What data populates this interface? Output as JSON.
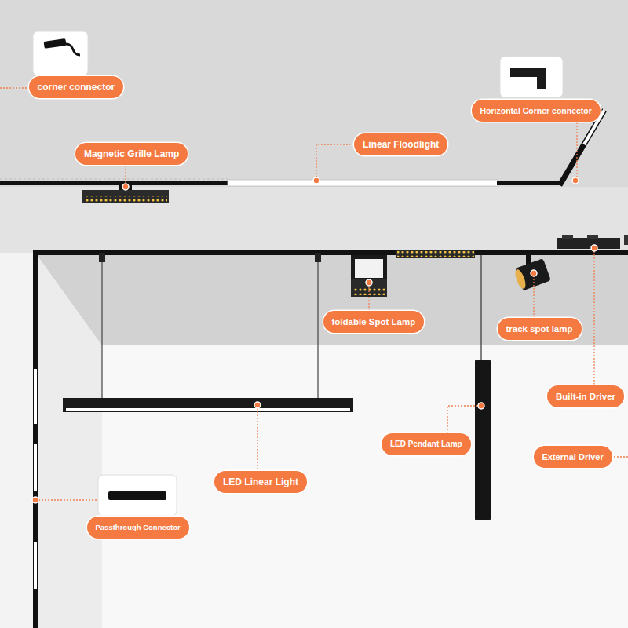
{
  "diagram": {
    "nodes": [
      {
        "text": [
          "corner connector"
        ]
      },
      {
        "text": [
          "Horizontal Corner connector"
        ]
      },
      {
        "text": [
          "Magnetic Grille Lamp"
        ]
      },
      {
        "text": [
          "Linear Floodlight"
        ]
      },
      {
        "text": [
          "foldable Spot Lamp"
        ]
      },
      {
        "text": [
          "track spot lamp"
        ]
      },
      {
        "text": [
          "Built-in Driver"
        ]
      },
      {
        "text": [
          "LED Pendant Lamp"
        ]
      },
      {
        "text": [
          "External Driver"
        ]
      },
      {
        "text": [
          "LED Linear Light"
        ]
      },
      {
        "text": [
          "Passthrough Connector"
        ]
      }
    ]
  }
}
